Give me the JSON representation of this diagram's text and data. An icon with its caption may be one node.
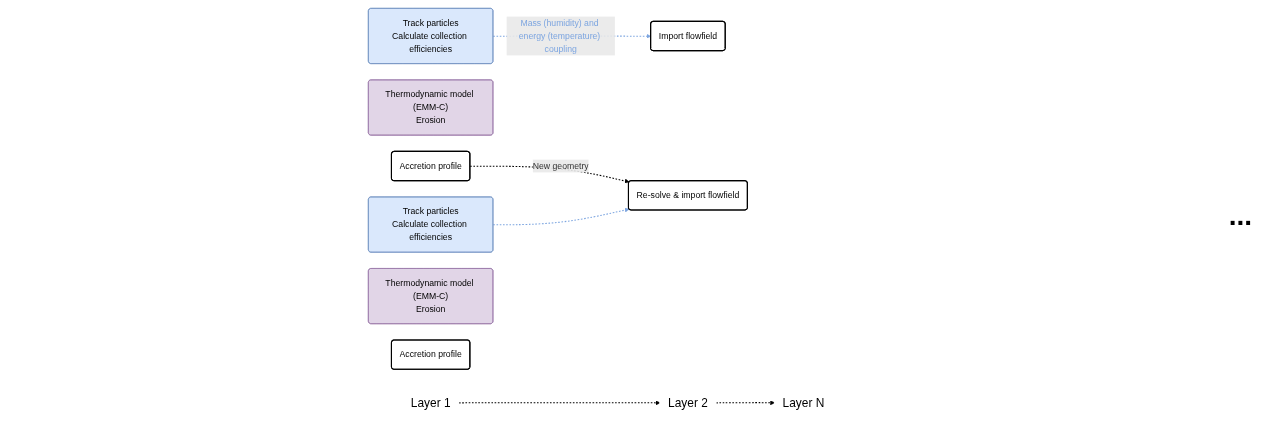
{
  "diagram": {
    "nodes": [
      {
        "text": [
          "Import flowfield"
        ]
      },
      {
        "text": [
          "Track particles",
          "Calculate collection efficiencies"
        ]
      },
      {
        "text": [
          "Thermodynamic model (EMM-C)",
          "Erosion"
        ]
      },
      {
        "text": [
          "Accretion profile"
        ]
      },
      {
        "text": [
          "Re-solve & import flowfield"
        ]
      },
      {
        "text": [
          "Track particles",
          "Calculate collection efficiencies"
        ]
      },
      {
        "text": [
          "Thermodynamic model (EMM-C)",
          "Erosion"
        ]
      },
      {
        "text": [
          "Accretion profile"
        ]
      },
      {
        "text": [
          "Layer 1"
        ]
      },
      {
        "text": [
          "Layer 2"
        ]
      },
      {
        "text": [
          "Layer N"
        ]
      }
    ],
    "edges": [
      {
        "from": 1,
        "to": 0,
        "arrow": "to",
        "label": "Mass (humidity) and energy (temperature) coupling",
        "style": "dashed",
        "color": "#7ea6e0"
      },
      {
        "from": 3,
        "to": 4,
        "arrow": "to",
        "label": "New geometry",
        "style": "dashed"
      },
      {
        "from": 5,
        "to": 4,
        "arrow": "to",
        "style": "dashed",
        "color": "#7ea6e0"
      },
      {
        "from": 8,
        "to": 9,
        "arrow": "to",
        "style": "dashed"
      },
      {
        "from": 9,
        "to": 10,
        "arrow": "to",
        "style": "dashed"
      }
    ],
    "labels": [
      "..."
    ]
  }
}
